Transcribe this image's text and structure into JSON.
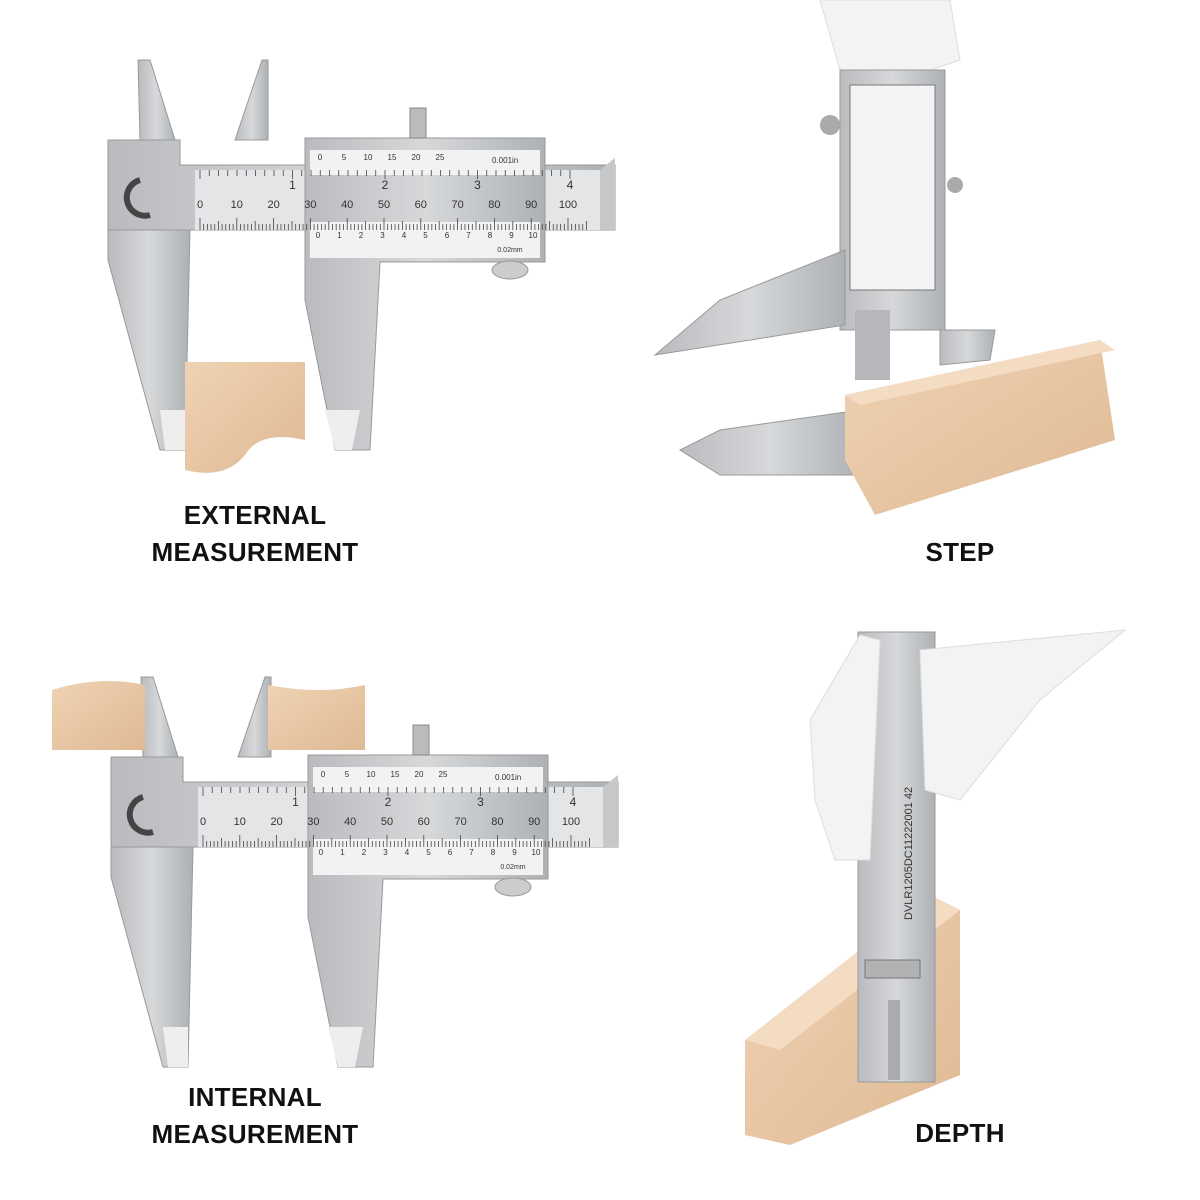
{
  "panels": {
    "external": {
      "caption_line1": "EXTERNAL",
      "caption_line2": "MEASUREMENT"
    },
    "step": {
      "caption": "STEP"
    },
    "internal": {
      "caption_line1": "INTERNAL",
      "caption_line2": "MEASUREMENT"
    },
    "depth": {
      "caption": "DEPTH"
    }
  },
  "caliper": {
    "main_mm_labels": [
      "0",
      "10",
      "20",
      "30",
      "40",
      "50",
      "60",
      "70",
      "80",
      "90",
      "100"
    ],
    "main_inch_labels": [
      "1",
      "2",
      "3",
      "4"
    ],
    "vernier_mm_labels": [
      "0",
      "1",
      "2",
      "3",
      "4",
      "5",
      "6",
      "7",
      "8",
      "9",
      "10"
    ],
    "vernier_inch_labels": [
      "0",
      "5",
      "10",
      "15",
      "20",
      "25"
    ],
    "inch_resolution": "0.001in",
    "mm_resolution": "0.02mm"
  },
  "depth_gauge": {
    "engraving": "DVLR1205DC11222001 42"
  },
  "colors": {
    "steel": "#c9cbcd",
    "steel_dark": "#9a9da0",
    "wood": "#e9c9a6",
    "glove": "#f3f3f3"
  }
}
